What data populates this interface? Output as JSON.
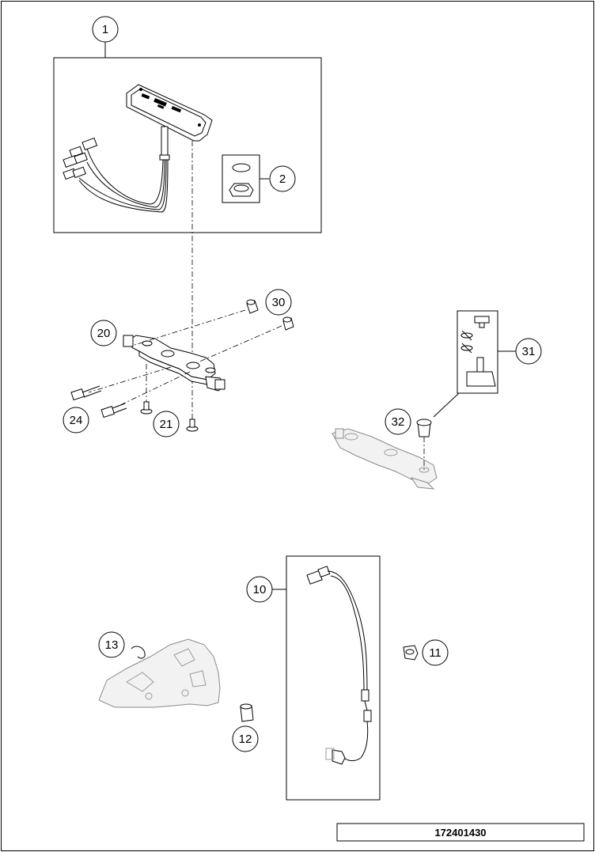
{
  "drawing_number": "172401430",
  "callouts": [
    {
      "id": "1",
      "label": "1"
    },
    {
      "id": "2",
      "label": "2"
    },
    {
      "id": "30",
      "label": "30"
    },
    {
      "id": "20",
      "label": "20"
    },
    {
      "id": "31",
      "label": "31"
    },
    {
      "id": "24",
      "label": "24"
    },
    {
      "id": "21",
      "label": "21"
    },
    {
      "id": "32",
      "label": "32"
    },
    {
      "id": "10",
      "label": "10"
    },
    {
      "id": "13",
      "label": "13"
    },
    {
      "id": "11",
      "label": "11"
    },
    {
      "id": "12",
      "label": "12"
    }
  ]
}
